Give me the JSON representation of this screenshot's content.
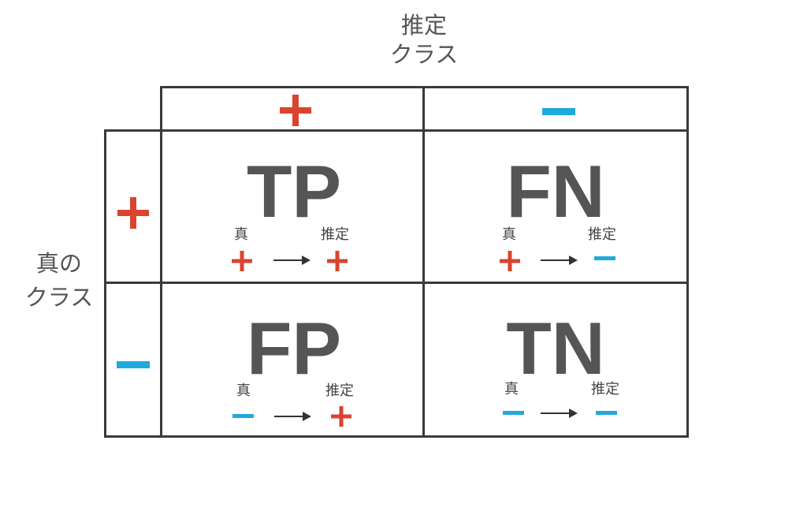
{
  "header": {
    "pred_line1": "推定",
    "pred_line2": "クラス"
  },
  "side": {
    "true_line1": "真の",
    "true_line2": "クラス"
  },
  "cells": {
    "tp": {
      "code": "TP",
      "true_label": "真",
      "pred_label": "推定"
    },
    "fn": {
      "code": "FN",
      "true_label": "真",
      "pred_label": "推定"
    },
    "fp": {
      "code": "FP",
      "true_label": "真",
      "pred_label": "推定"
    },
    "tn": {
      "code": "TN",
      "true_label": "真",
      "pred_label": "推定"
    }
  },
  "colors": {
    "positive": "#d9442f",
    "negative": "#1fa9dc",
    "grid": "#3a3a3a",
    "text": "#555555"
  }
}
